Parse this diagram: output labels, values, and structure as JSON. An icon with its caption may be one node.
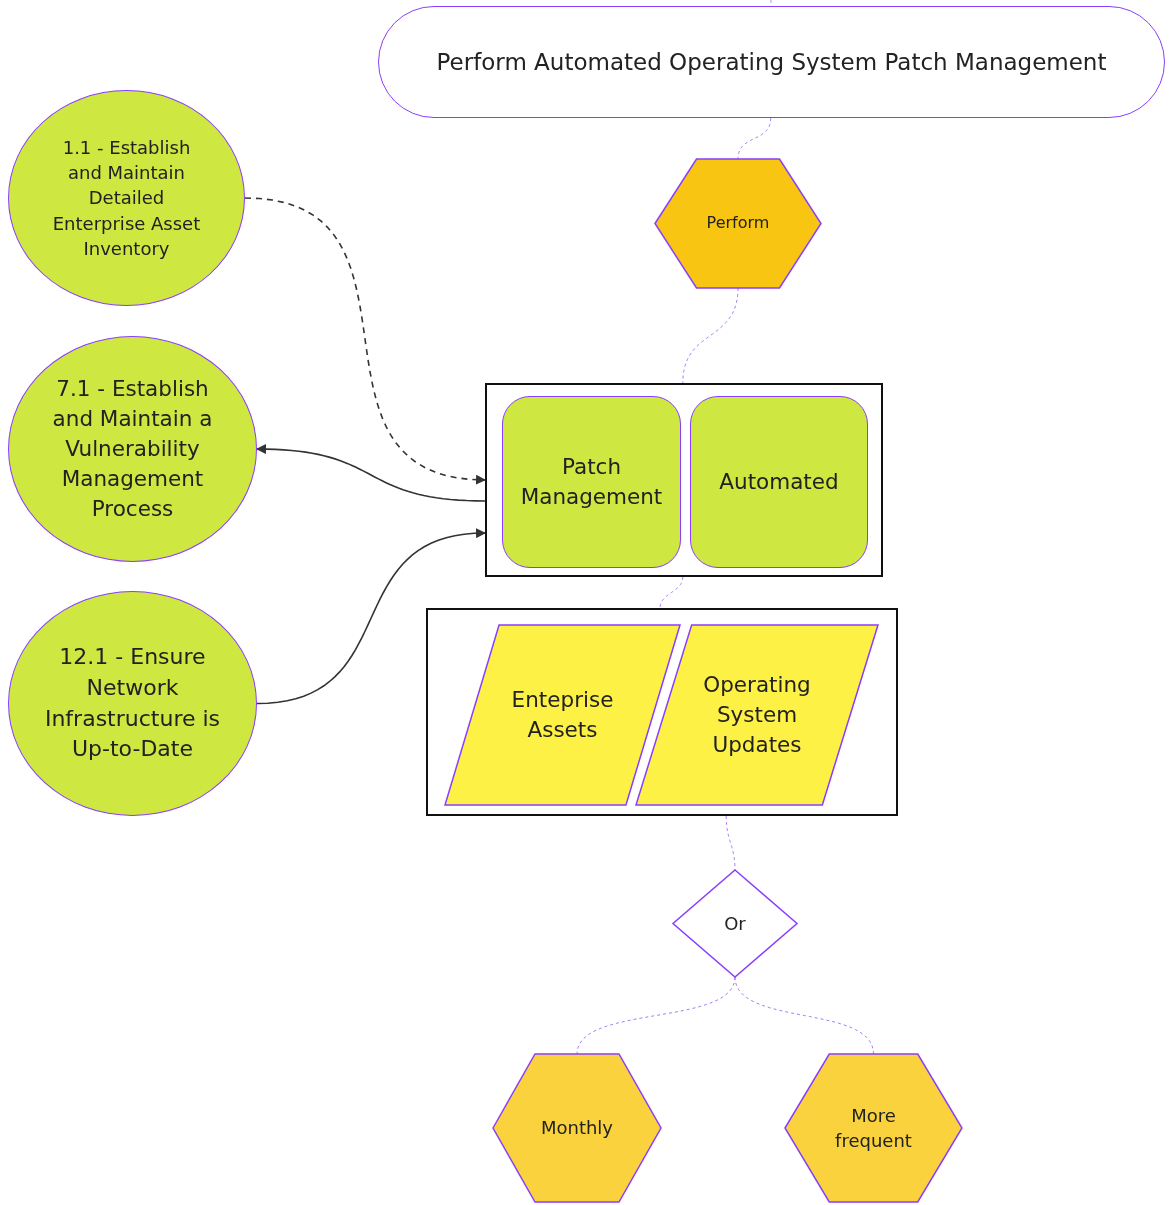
{
  "diagram": {
    "nodes": [
      {
        "text": [
          "Perform Automated Operating System Patch Management"
        ]
      },
      {
        "text": [
          "Perform"
        ]
      },
      {
        "text": [
          "1.1 - Establish and Maintain Detailed Enterprise Asset Inventory"
        ]
      },
      {
        "text": [
          "7.1 - Establish and Maintain a Vulnerability Management Process"
        ]
      },
      {
        "text": [
          "12.1 - Ensure Network Infrastructure is Up-to-Date"
        ]
      },
      {
        "text": [],
        "shape": "box"
      },
      {
        "text": [
          "Patch Management"
        ],
        "in": 5
      },
      {
        "text": [
          "Automated"
        ],
        "in": 5
      },
      {
        "text": [],
        "shape": "box"
      },
      {
        "text": [
          "Enteprise Assets"
        ],
        "in": 8
      },
      {
        "text": [
          "Operating System Updates"
        ],
        "in": 8
      },
      {
        "text": [
          "Or"
        ]
      },
      {
        "text": [
          "Monthly"
        ]
      },
      {
        "text": [
          "More frequent"
        ]
      }
    ],
    "edges": [
      {
        "from": null,
        "to": 0,
        "arrow": "none",
        "style": "dashed"
      },
      {
        "from": 0,
        "to": 1,
        "arrow": "none",
        "style": "dashed"
      },
      {
        "from": 1,
        "to": 5,
        "arrow": "none",
        "style": "dashed"
      },
      {
        "from": 2,
        "to": 5,
        "arrow": "to",
        "style": "dashed",
        "color": "#333333"
      },
      {
        "from": 5,
        "to": 3,
        "arrow": "to",
        "color": "#333333"
      },
      {
        "from": 4,
        "to": 5,
        "arrow": "to",
        "color": "#333333"
      },
      {
        "from": 5,
        "to": 8,
        "arrow": "none",
        "style": "dashed"
      },
      {
        "from": 8,
        "to": 11,
        "arrow": "none",
        "style": "dashed"
      },
      {
        "from": 11,
        "to": 12,
        "arrow": "none",
        "style": "dashed"
      },
      {
        "from": 11,
        "to": 13,
        "arrow": "none",
        "style": "dashed"
      }
    ]
  }
}
